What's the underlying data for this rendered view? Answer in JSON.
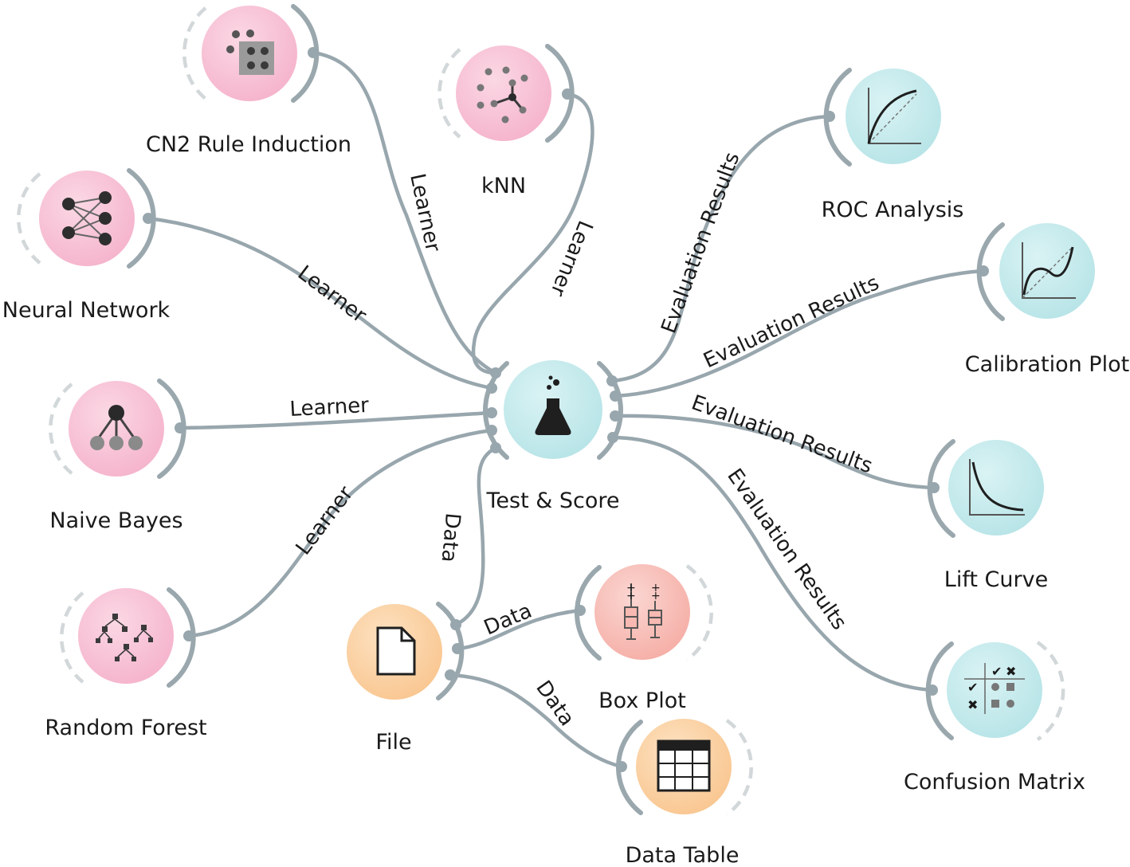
{
  "colors": {
    "learner": "#f8c6d8",
    "learner_dark": "#f4aac6",
    "evaluate": "#c6ecee",
    "evaluate_dark": "#aee0e4",
    "data": "#fcd3a6",
    "visualize": "#f9c2bc",
    "link": "#98a6ad",
    "icon": "#3a3a3a"
  },
  "nodes": {
    "cn2": {
      "label": "CN2 Rule Induction",
      "icon": "cn2-rule-induction-icon"
    },
    "knn": {
      "label": "kNN",
      "icon": "knn-icon"
    },
    "neural_network": {
      "label": "Neural Network",
      "icon": "neural-network-icon"
    },
    "naive_bayes": {
      "label": "Naive Bayes",
      "icon": "naive-bayes-icon"
    },
    "random_forest": {
      "label": "Random Forest",
      "icon": "random-forest-icon"
    },
    "test_score": {
      "label": "Test & Score",
      "icon": "flask-icon"
    },
    "file": {
      "label": "File",
      "icon": "file-icon"
    },
    "box_plot": {
      "label": "Box Plot",
      "icon": "box-plot-icon"
    },
    "data_table": {
      "label": "Data Table",
      "icon": "table-icon"
    },
    "roc": {
      "label": "ROC Analysis",
      "icon": "roc-curve-icon"
    },
    "calibration": {
      "label": "Calibration Plot",
      "icon": "calibration-curve-icon"
    },
    "lift": {
      "label": "Lift Curve",
      "icon": "lift-curve-icon"
    },
    "confusion": {
      "label": "Confusion Matrix",
      "icon": "confusion-matrix-icon"
    }
  },
  "links": {
    "cn2": "Learner",
    "knn": "Learner",
    "neural_network": "Learner",
    "naive_bayes": "Learner",
    "random_forest": "Learner",
    "file_test": "Data",
    "file_box": "Data",
    "file_table": "Data",
    "roc": "Evaluation Results",
    "calibration": "Evaluation Results",
    "lift": "Evaluation Results",
    "confusion": "Evaluation Results"
  }
}
